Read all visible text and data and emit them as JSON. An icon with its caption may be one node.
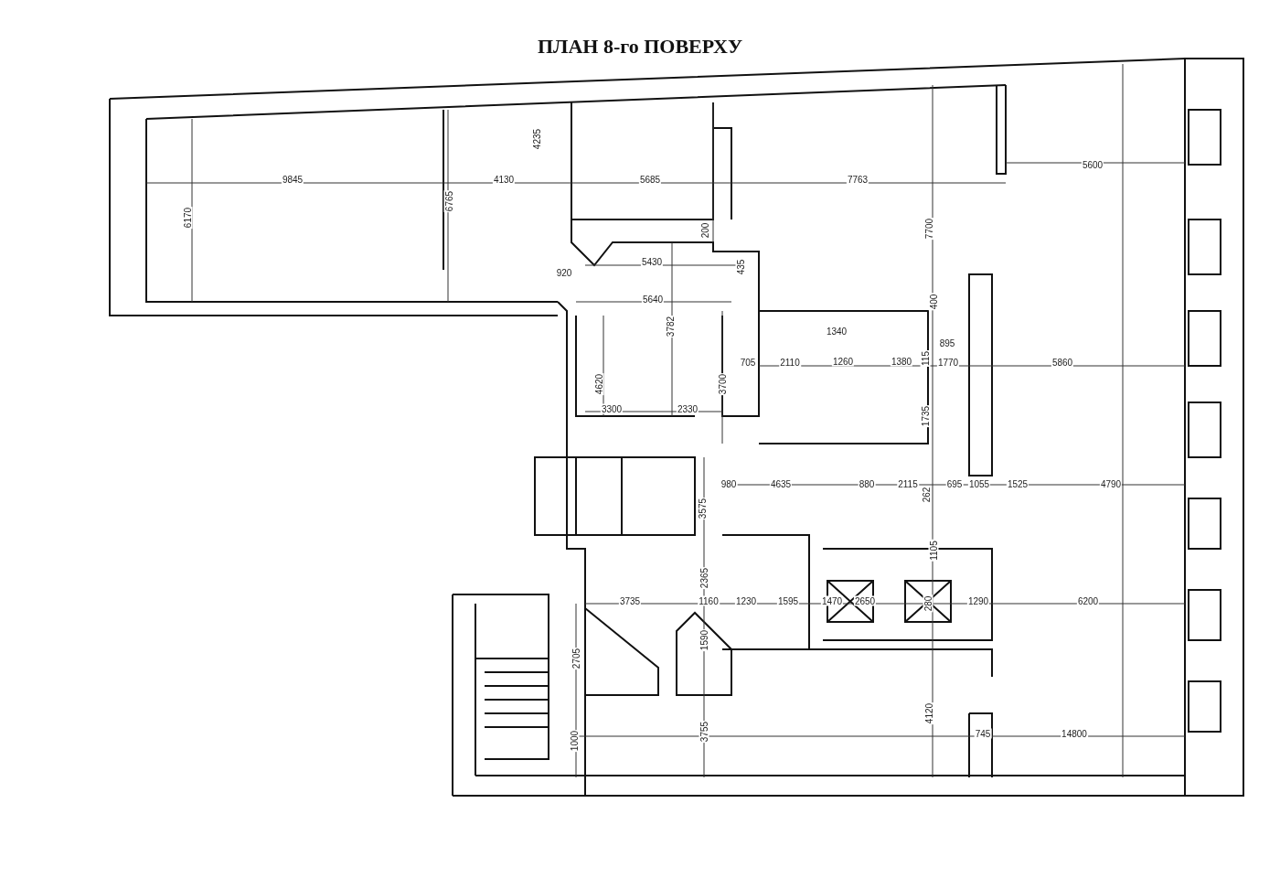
{
  "diagram": {
    "title": "ПЛАН 8-го ПОВЕРХУ",
    "labels": [
      "5600",
      "4235",
      "9845",
      "4130",
      "5685",
      "7763",
      "6170",
      "6765",
      "200",
      "7700",
      "5430",
      "920",
      "435",
      "5640",
      "400",
      "3782",
      "1340",
      "895",
      "705",
      "2110",
      "1260",
      "1380",
      "115",
      "1770",
      "5860",
      "4620",
      "3700",
      "3300",
      "2330",
      "1735",
      "980",
      "4635",
      "880",
      "2115",
      "262",
      "695",
      "1055",
      "1525",
      "4790",
      "3575",
      "1105",
      "2365",
      "3735",
      "1160",
      "1230",
      "1595",
      "1470",
      "2650",
      "280",
      "1290",
      "6200",
      "2705",
      "1590",
      "3755",
      "4120",
      "1000",
      "745",
      "14800"
    ]
  }
}
